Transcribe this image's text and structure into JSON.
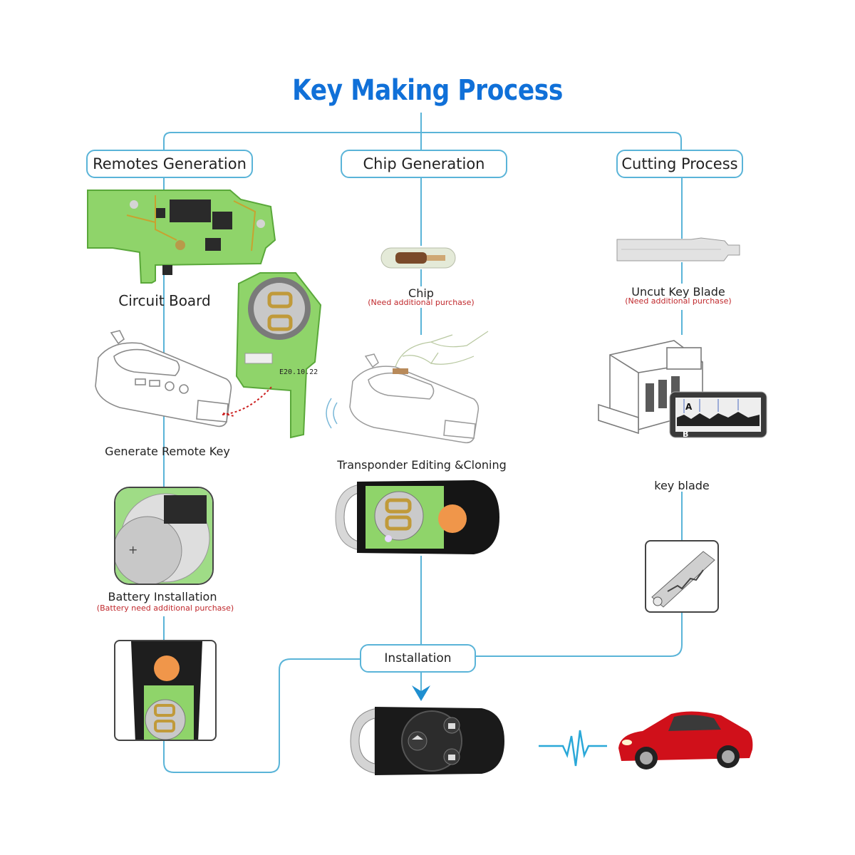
{
  "title": "Key Making Process",
  "colors": {
    "title": "#1070d8",
    "connector": "#5ab4d8",
    "note": "#c0282c",
    "pcb": "#8fd46a",
    "car": "#d0101a"
  },
  "columns": {
    "remotes": {
      "header": "Remotes Generation"
    },
    "chip": {
      "header": "Chip Generation"
    },
    "cutting": {
      "header": "Cutting Process"
    }
  },
  "steps": {
    "circuit_board": {
      "label": "Circuit Board"
    },
    "generate_remote_key": {
      "label": "Generate Remote Key"
    },
    "battery_installation": {
      "label": "Battery Installation",
      "note": "(Battery need additional purchase)"
    },
    "chip": {
      "label": "Chip",
      "note": "(Need additional purchase)"
    },
    "transponder": {
      "label": "Transponder Editing &Cloning"
    },
    "uncut_blade": {
      "label": "Uncut Key  Blade",
      "note": "(Need additional purchase)"
    },
    "key_blade": {
      "label": "key blade"
    },
    "installation": {
      "label": "Installation"
    }
  },
  "board_date": "E20.10.22",
  "blade_marks": {
    "a": "A",
    "b": "B"
  },
  "icons": [
    "circuit-board-icon",
    "key-programmer-icon",
    "chip-icon",
    "key-blade-icon",
    "key-cutting-machine-icon",
    "battery-icon",
    "remote-key-icon",
    "car-icon",
    "signal-pulse-icon"
  ]
}
